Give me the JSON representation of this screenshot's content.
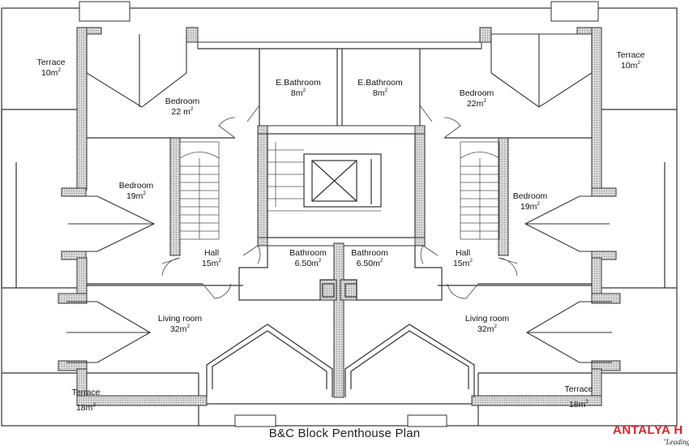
{
  "plan": {
    "title": "B&C Block Penthouse Plan",
    "brand": "ANTALYA H",
    "tagline": "\"Leading",
    "rooms": [
      {
        "id": "terrace-nw",
        "name": "Terrace",
        "area": "10m",
        "sup": "2"
      },
      {
        "id": "terrace-ne",
        "name": "Terrace",
        "area": "10m",
        "sup": "2"
      },
      {
        "id": "bedroom-top-left",
        "name": "Bedroom",
        "area": "22 m",
        "sup": "2"
      },
      {
        "id": "ebathroom-left",
        "name": "E.Bathroom",
        "area": "8m",
        "sup": "2"
      },
      {
        "id": "ebathroom-right",
        "name": "E.Bathroom",
        "area": "8m",
        "sup": "2"
      },
      {
        "id": "bedroom-top-right",
        "name": "Bedroom",
        "area": "22m",
        "sup": "2"
      },
      {
        "id": "bedroom-mid-left",
        "name": "Bedroom",
        "area": "19m",
        "sup": "2"
      },
      {
        "id": "bedroom-mid-right",
        "name": "Bedroom",
        "area": "19m",
        "sup": "2"
      },
      {
        "id": "hall-left",
        "name": "Hall",
        "area": "15m",
        "sup": "2"
      },
      {
        "id": "hall-right",
        "name": "Hall",
        "area": "15m",
        "sup": "2"
      },
      {
        "id": "bathroom-left",
        "name": "Bathroom",
        "area": "6.50m",
        "sup": "2"
      },
      {
        "id": "bathroom-right",
        "name": "Bathroom",
        "area": "6.50m",
        "sup": "2"
      },
      {
        "id": "living-left",
        "name": "Living room",
        "area": "32m",
        "sup": "2"
      },
      {
        "id": "living-right",
        "name": "Living room",
        "area": "32m",
        "sup": "2"
      },
      {
        "id": "terrace-sw",
        "name": "Terrace",
        "area": "18m",
        "sup": "2"
      },
      {
        "id": "terrace-se",
        "name": "Terrace",
        "area": "18m",
        "sup": "2"
      }
    ]
  }
}
